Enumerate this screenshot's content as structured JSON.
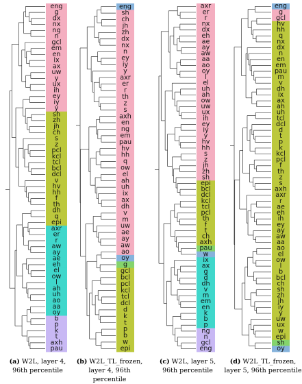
{
  "colors": {
    "pink": "#f4aec0",
    "olive": "#bcc83c",
    "cyan": "#3fd7cb",
    "purple": "#c8b8f4",
    "blue": "#86b3dc",
    "green": "#84d46c",
    "line": "#333333"
  },
  "panels": [
    {
      "caption_id": "(a)",
      "caption": "W2L, layer 4,",
      "caption2": "96th percentile",
      "labels": [
        "eng",
        "g",
        "dx",
        "nx",
        "ng",
        "n",
        "gcl",
        "em",
        "en",
        "ix",
        "ax",
        "uw",
        "y",
        "ux",
        "ih",
        "ey",
        "iy",
        "y",
        "sh",
        "zh",
        "jh",
        "ch",
        "s",
        "z",
        "pcl",
        "kcl",
        "tcl",
        "bcl",
        "dcl",
        "v",
        "hv",
        "hh",
        "f",
        "th",
        "dh",
        "q",
        "epi",
        "axr",
        "er",
        "r",
        "aw",
        "ay",
        "ae",
        "eh",
        "el",
        "ow",
        "l",
        "ah",
        "uh",
        "ao",
        "aa",
        "oy",
        "b",
        "p",
        "k",
        "t",
        "axh",
        "pau"
      ],
      "colors": [
        "pink",
        "pink",
        "pink",
        "pink",
        "pink",
        "pink",
        "pink",
        "pink",
        "pink",
        "pink",
        "pink",
        "pink",
        "pink",
        "pink",
        "pink",
        "pink",
        "pink",
        "pink",
        "olive",
        "olive",
        "olive",
        "olive",
        "olive",
        "olive",
        "olive",
        "olive",
        "olive",
        "olive",
        "olive",
        "olive",
        "olive",
        "olive",
        "olive",
        "olive",
        "olive",
        "olive",
        "olive",
        "cyan",
        "cyan",
        "cyan",
        "cyan",
        "cyan",
        "cyan",
        "cyan",
        "cyan",
        "cyan",
        "cyan",
        "cyan",
        "cyan",
        "cyan",
        "cyan",
        "cyan",
        "purple",
        "purple",
        "purple",
        "purple",
        "purple",
        "purple"
      ]
    },
    {
      "caption_id": "(b)",
      "caption": "W2L_TL_frozen,",
      "caption2": "layer 4, 96th percentile",
      "labels": [
        "eng",
        "sh",
        "ch",
        "jh",
        "zh",
        "dx",
        "nx",
        "n",
        "ey",
        "iy",
        "y",
        "axr",
        "er",
        "r",
        "th",
        "z",
        "s",
        "axh",
        "en",
        "ng",
        "em",
        "pau",
        "hv",
        "hh",
        "q",
        "ow",
        "el",
        "ah",
        "uh",
        "ix",
        "ax",
        "dh",
        "v",
        "m",
        "uw",
        "ae",
        "ay",
        "aw",
        "ao",
        "oy",
        "g",
        "gcl",
        "bcl",
        "pcl",
        "kcl",
        "tcl",
        "dcl",
        "d",
        "k",
        "t",
        "p",
        "b",
        "w",
        "epi"
      ],
      "colors": [
        "blue",
        "pink",
        "pink",
        "pink",
        "pink",
        "pink",
        "pink",
        "pink",
        "pink",
        "pink",
        "pink",
        "pink",
        "pink",
        "pink",
        "pink",
        "pink",
        "pink",
        "pink",
        "pink",
        "pink",
        "pink",
        "pink",
        "pink",
        "pink",
        "pink",
        "pink",
        "pink",
        "pink",
        "pink",
        "pink",
        "pink",
        "pink",
        "pink",
        "pink",
        "pink",
        "pink",
        "pink",
        "pink",
        "pink",
        "blue",
        "green",
        "olive",
        "olive",
        "olive",
        "olive",
        "olive",
        "olive",
        "olive",
        "olive",
        "olive",
        "olive",
        "olive",
        "olive",
        "olive"
      ]
    },
    {
      "caption_id": "(c)",
      "caption": "W2L, layer 5,",
      "caption2": "96th percentile",
      "labels": [
        "axr",
        "er",
        "r",
        "nx",
        "dx",
        "eh",
        "ae",
        "ay",
        "aw",
        "aa",
        "ao",
        "oy",
        "l",
        "el",
        "uh",
        "ah",
        "ow",
        "uw",
        "ux",
        "ih",
        "ey",
        "iy",
        "y",
        "hv",
        "hh",
        "s",
        "z",
        "jh",
        "zh",
        "sh",
        "epi",
        "bcl",
        "dcl",
        "kcl",
        "tcl",
        "pcl",
        "th",
        "f",
        "t",
        "ch",
        "axh",
        "pau",
        "w",
        "ix",
        "ax",
        "g",
        "d",
        "dh",
        "v",
        "m",
        "em",
        "en",
        "k",
        "b",
        "p",
        "ng",
        "n",
        "gcl",
        "eng"
      ],
      "colors": [
        "pink",
        "pink",
        "pink",
        "pink",
        "pink",
        "pink",
        "pink",
        "pink",
        "pink",
        "pink",
        "pink",
        "pink",
        "pink",
        "pink",
        "pink",
        "pink",
        "pink",
        "pink",
        "pink",
        "pink",
        "pink",
        "pink",
        "pink",
        "pink",
        "pink",
        "pink",
        "pink",
        "pink",
        "pink",
        "pink",
        "olive",
        "olive",
        "olive",
        "olive",
        "olive",
        "olive",
        "olive",
        "olive",
        "olive",
        "olive",
        "olive",
        "green",
        "blue",
        "cyan",
        "cyan",
        "cyan",
        "cyan",
        "cyan",
        "cyan",
        "cyan",
        "cyan",
        "cyan",
        "cyan",
        "cyan",
        "cyan",
        "purple",
        "purple",
        "purple",
        "purple"
      ]
    },
    {
      "caption_id": "(d)",
      "caption": "W2L_TL_frozen,",
      "caption2": "layer 5, 96th percentile",
      "labels": [
        "eng",
        "g",
        "gcl",
        "hv",
        "hh",
        "q",
        "nx",
        "dx",
        "n",
        "en",
        "em",
        "pau",
        "m",
        "v",
        "dh",
        "ix",
        "ax",
        "ah",
        "uh",
        "tcl",
        "dcl",
        "d",
        "t",
        "p",
        "k",
        "kcl",
        "pcl",
        "f",
        "th",
        "z",
        "s",
        "axh",
        "axr",
        "r",
        "ae",
        "eh",
        "ih",
        "ey",
        "ay",
        "aw",
        "aa",
        "ao",
        "el",
        "ow",
        "l",
        "b",
        "bcl",
        "ch",
        "sh",
        "zh",
        "jh",
        "iy",
        "y",
        "uw",
        "ux",
        "w",
        "epi",
        "sh",
        "oy"
      ],
      "colors": [
        "blue",
        "pink",
        "pink",
        "olive",
        "olive",
        "olive",
        "olive",
        "olive",
        "olive",
        "olive",
        "olive",
        "olive",
        "olive",
        "olive",
        "olive",
        "olive",
        "olive",
        "olive",
        "olive",
        "olive",
        "olive",
        "olive",
        "olive",
        "olive",
        "olive",
        "olive",
        "olive",
        "olive",
        "olive",
        "olive",
        "olive",
        "olive",
        "olive",
        "olive",
        "olive",
        "olive",
        "olive",
        "olive",
        "olive",
        "olive",
        "olive",
        "olive",
        "olive",
        "olive",
        "olive",
        "olive",
        "olive",
        "olive",
        "olive",
        "olive",
        "olive",
        "olive",
        "olive",
        "olive",
        "olive",
        "olive",
        "olive",
        "green",
        "blue"
      ]
    }
  ]
}
